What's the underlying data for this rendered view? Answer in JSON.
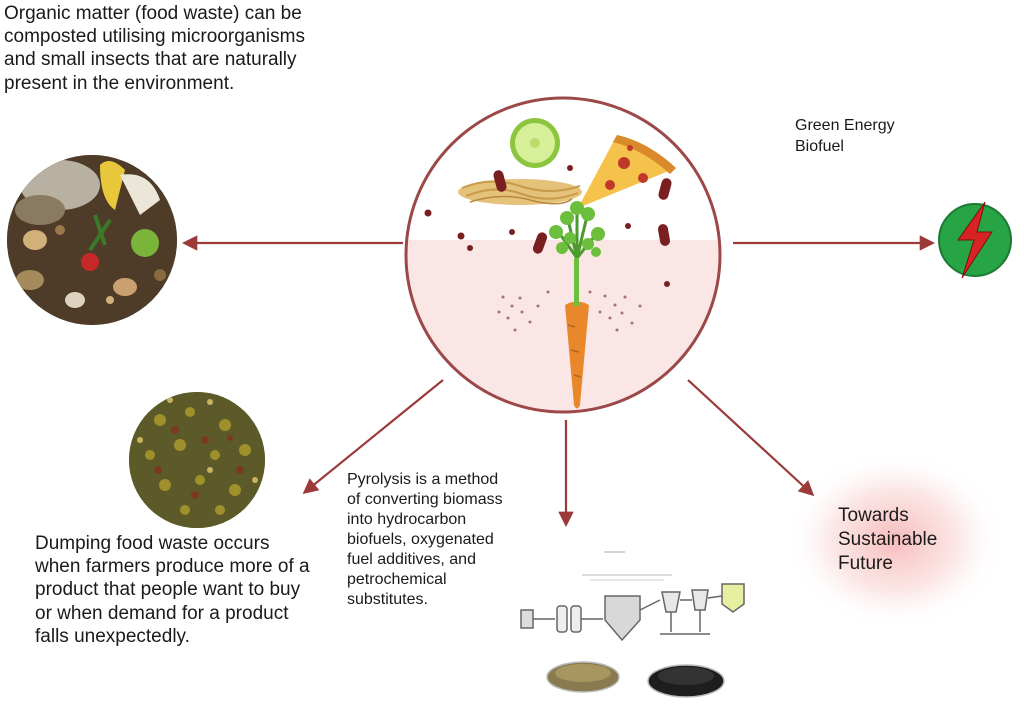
{
  "diagram": {
    "compost_caption": "Organic matter (food waste) can be composted utilising microorganisms and small insects that are naturally present in the environment.",
    "green_energy_line1": "Green Energy",
    "green_energy_line2": "Biofuel",
    "dumping_caption": "Dumping food waste occurs when farmers produce more of a product that people want to buy or when demand for a product falls unexpectedly.",
    "pyrolysis_caption": "Pyrolysis is a method of converting biomass into hydrocarbon biofuels, oxygenated fuel additives, and petrochemical substitutes.",
    "towards_caption": "Towards Sustainable Future",
    "colors": {
      "arrow": "#9c3a3a",
      "circle_border": "#9c4848",
      "circle_lower_fill": "#fbe6e6",
      "energy_green": "#27a544",
      "energy_bolt": "#d72323",
      "glow": "#f6b3b3"
    },
    "icons": [
      "compost-pile-icon",
      "food-waste-pile-icon",
      "green-energy-icon",
      "pyrolysis-process-icon",
      "cucumber-slice-icon",
      "pizza-slice-icon",
      "noodles-icon",
      "carrot-icon"
    ]
  }
}
